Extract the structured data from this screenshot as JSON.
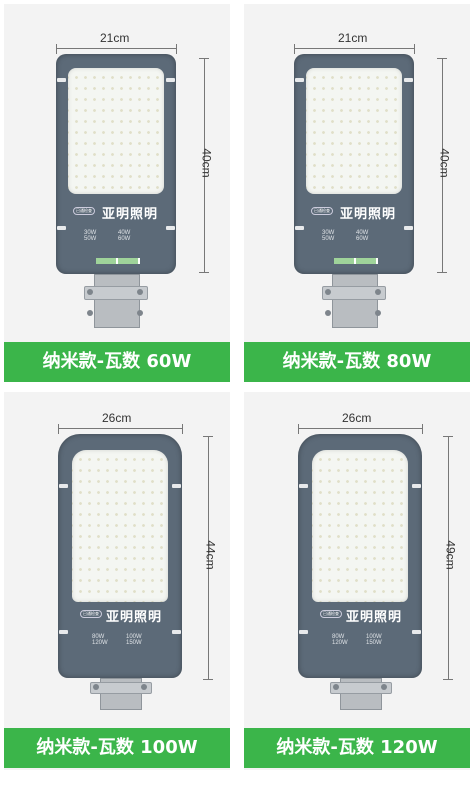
{
  "products": [
    {
      "width": "21cm",
      "height": "40cm",
      "label": "纳米款-瓦数 60W",
      "watts": [
        "30W",
        "40W",
        "50W",
        "60W"
      ]
    },
    {
      "width": "21cm",
      "height": "40cm",
      "label": "纳米款-瓦数 80W",
      "watts": [
        "30W",
        "40W",
        "50W",
        "60W"
      ]
    },
    {
      "width": "26cm",
      "height": "44cm",
      "label": "纳米款-瓦数 100W",
      "watts": [
        "80W",
        "100W",
        "120W",
        "150W"
      ]
    },
    {
      "width": "26cm",
      "height": "49cm",
      "label": "纳米款-瓦数 120W",
      "watts": [
        "80W",
        "100W",
        "120W",
        "150W"
      ]
    }
  ],
  "brand": "亚明照明",
  "badge": "已通检查",
  "colors": {
    "banner": "#3bb54a",
    "housing": "#5c6a78",
    "led": "#f4f6f2"
  }
}
